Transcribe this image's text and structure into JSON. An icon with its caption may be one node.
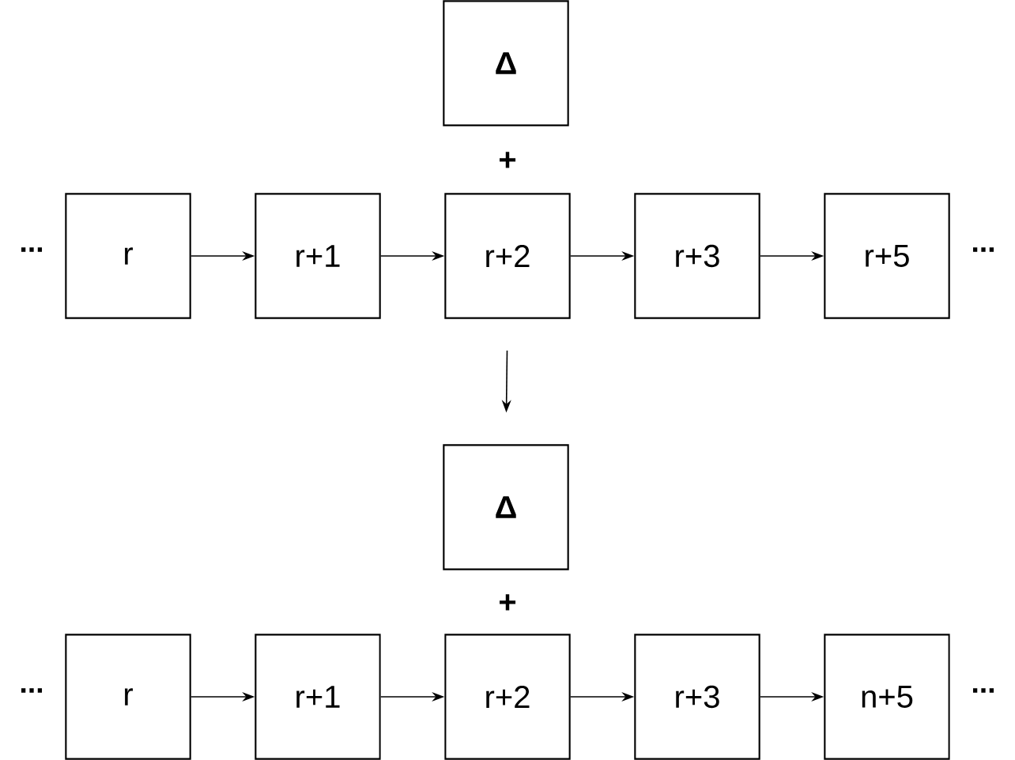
{
  "diagram": {
    "nodes": [
      {
        "text": [
          "Δ"
        ]
      },
      {
        "text": [
          "r"
        ]
      },
      {
        "text": [
          "r+1"
        ]
      },
      {
        "text": [
          "r+2"
        ]
      },
      {
        "text": [
          "r+3"
        ]
      },
      {
        "text": [
          "r+5"
        ]
      },
      {
        "text": [
          "Δ"
        ]
      },
      {
        "text": [
          "r"
        ]
      },
      {
        "text": [
          "r+1"
        ]
      },
      {
        "text": [
          "r+2"
        ]
      },
      {
        "text": [
          "r+3"
        ]
      },
      {
        "text": [
          "n+5"
        ]
      }
    ],
    "edges": [
      {
        "from": 1,
        "to": 2,
        "arrow": "to"
      },
      {
        "from": 2,
        "to": 3,
        "arrow": "to"
      },
      {
        "from": 3,
        "to": 4,
        "arrow": "to"
      },
      {
        "from": 4,
        "to": 5,
        "arrow": "to"
      },
      {
        "from": 3,
        "to": 6,
        "arrow": "to"
      },
      {
        "from": 7,
        "to": 8,
        "arrow": "to"
      },
      {
        "from": 8,
        "to": 9,
        "arrow": "to"
      },
      {
        "from": 9,
        "to": 10,
        "arrow": "to"
      },
      {
        "from": 10,
        "to": 11,
        "arrow": "to"
      }
    ],
    "labels": [
      "+",
      "...",
      "...",
      "+",
      "...",
      "..."
    ]
  }
}
